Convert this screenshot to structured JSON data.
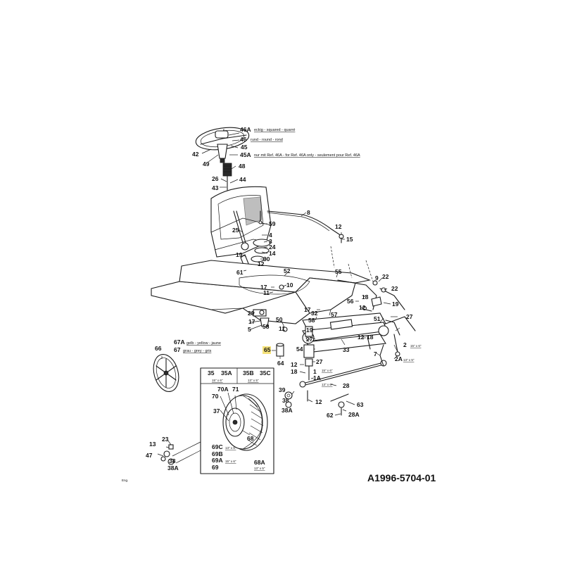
{
  "drawing_ref": "A1996-5704-01",
  "corner_mark": "Eng.",
  "highlight_color": "#f5e27a",
  "notes": {
    "n46A": "eckig - squared - quarré",
    "n46": "rund - round - rond",
    "n45A": "nur mit Ref. 46A - for Ref. 46A only - seulement pour Ref. 46A",
    "n67A": "gelb - yellow - jaune",
    "n67": "grau - grey - gris"
  },
  "wheel_table": {
    "h35": "35",
    "h35A": "35A",
    "h35B": "35B",
    "h35C": "35C",
    "s35A": "15\" x 6\"",
    "s35BC": "13\" x 5\""
  },
  "sizes": {
    "s1": "15\" x 6\"",
    "s1A": "13\" x 6\"",
    "s2": "15\" x 6\"",
    "s2A": "13\" x 5\"",
    "s69C": "13\" x 6\"",
    "s69A": "15\" x 6\"",
    "s68A": "13\" x 5\""
  },
  "labels": {
    "l46A": "46A",
    "l46": "46",
    "l45": "45",
    "l45A": "45A",
    "l42": "42",
    "l49": "49",
    "l48": "48",
    "l26": "26",
    "l44": "44",
    "l43": "43",
    "l8": "8",
    "l12a": "12",
    "l15": "15",
    "l59": "59",
    "l25": "25",
    "l4": "4",
    "l3": "3",
    "l24": "24",
    "l14": "14",
    "l30": "30",
    "l19a": "19",
    "l12b": "12",
    "l61": "61",
    "l52": "52",
    "l55": "55",
    "l10": "10",
    "l17a": "17",
    "l11a": "11",
    "l9": "9",
    "l22a": "22",
    "l22b": "22",
    "l56": "56",
    "l18a": "18",
    "l19b": "19",
    "l12c": "12",
    "l27a": "27",
    "l29": "29",
    "l17b": "17",
    "l5": "5",
    "l58a": "58",
    "l50": "50",
    "l11b": "11",
    "l17c": "17",
    "l32": "32",
    "l58b": "58",
    "l57": "57",
    "l51": "51",
    "l19c": "19",
    "l27b": "27",
    "l54": "54",
    "l33": "33",
    "l12d": "12",
    "l18b": "18",
    "l7": "7",
    "l2": "2",
    "l2A": "2A",
    "l65": "65",
    "l64": "64",
    "l12e": "12",
    "l27c": "27",
    "l18c": "18",
    "l1": "1",
    "l1A": "1A",
    "l28": "28",
    "l39": "39",
    "l38": "38",
    "l38Ab": "38A",
    "l12f": "12",
    "l62": "62",
    "l28A": "28A",
    "l63": "63",
    "l66": "66",
    "l67A": "67A",
    "l67": "67",
    "l70A": "70A",
    "l71": "71",
    "l70": "70",
    "l37": "37",
    "l68": "68",
    "l69C": "69C",
    "l69B": "69B",
    "l69A": "69A",
    "l69": "69",
    "l68A": "68A",
    "l13": "13",
    "l23": "23",
    "l47": "47",
    "l38b": "38",
    "l38A": "38A"
  }
}
